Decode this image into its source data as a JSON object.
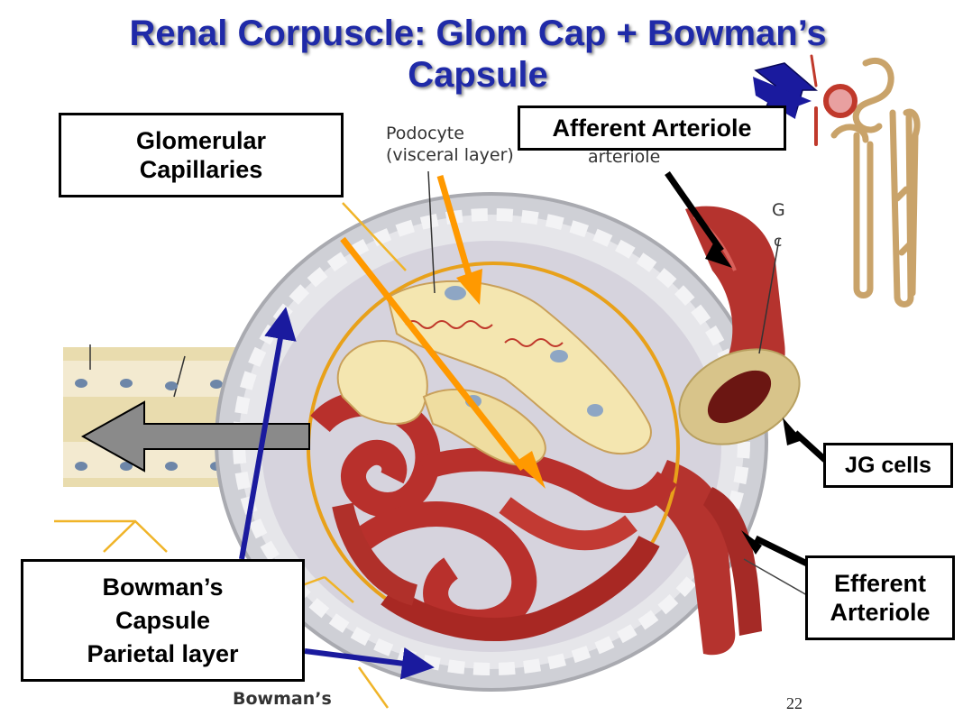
{
  "slide": {
    "title_line1": "Renal Corpuscle: Glom Cap + Bowman’s",
    "title_line2": "Capsule",
    "page_number": "22"
  },
  "labels": {
    "glomerular": "Glomerular Capillaries",
    "glomerular_l1": "Glomerular",
    "glomerular_l2": "Capillaries",
    "afferent": "Afferent Arteriole",
    "jg": "JG cells",
    "efferent_l1": "Efferent",
    "efferent_l2": "Arteriole",
    "bowman_l1": "Bowman’s",
    "bowman_l2": "Capsule",
    "bowman_l3": "Parietal layer"
  },
  "image_text": {
    "podocyte_l1": "Podocyte",
    "podocyte_l2": "(visceral layer)",
    "arteriole": "arteriole",
    "g_partial": "G",
    "c_partial": "c",
    "bowmans_bottom": "Bowman’s"
  },
  "colors": {
    "title": "#1f2aa8",
    "arrow_navy": "#1a1a9e",
    "arrow_orange": "#ff9900",
    "capillary_red": "#b8302c",
    "podocyte_cream": "#f4e6b0",
    "capsule_gray": "#d9d9dc",
    "circle_orange": "#e8a11a"
  }
}
